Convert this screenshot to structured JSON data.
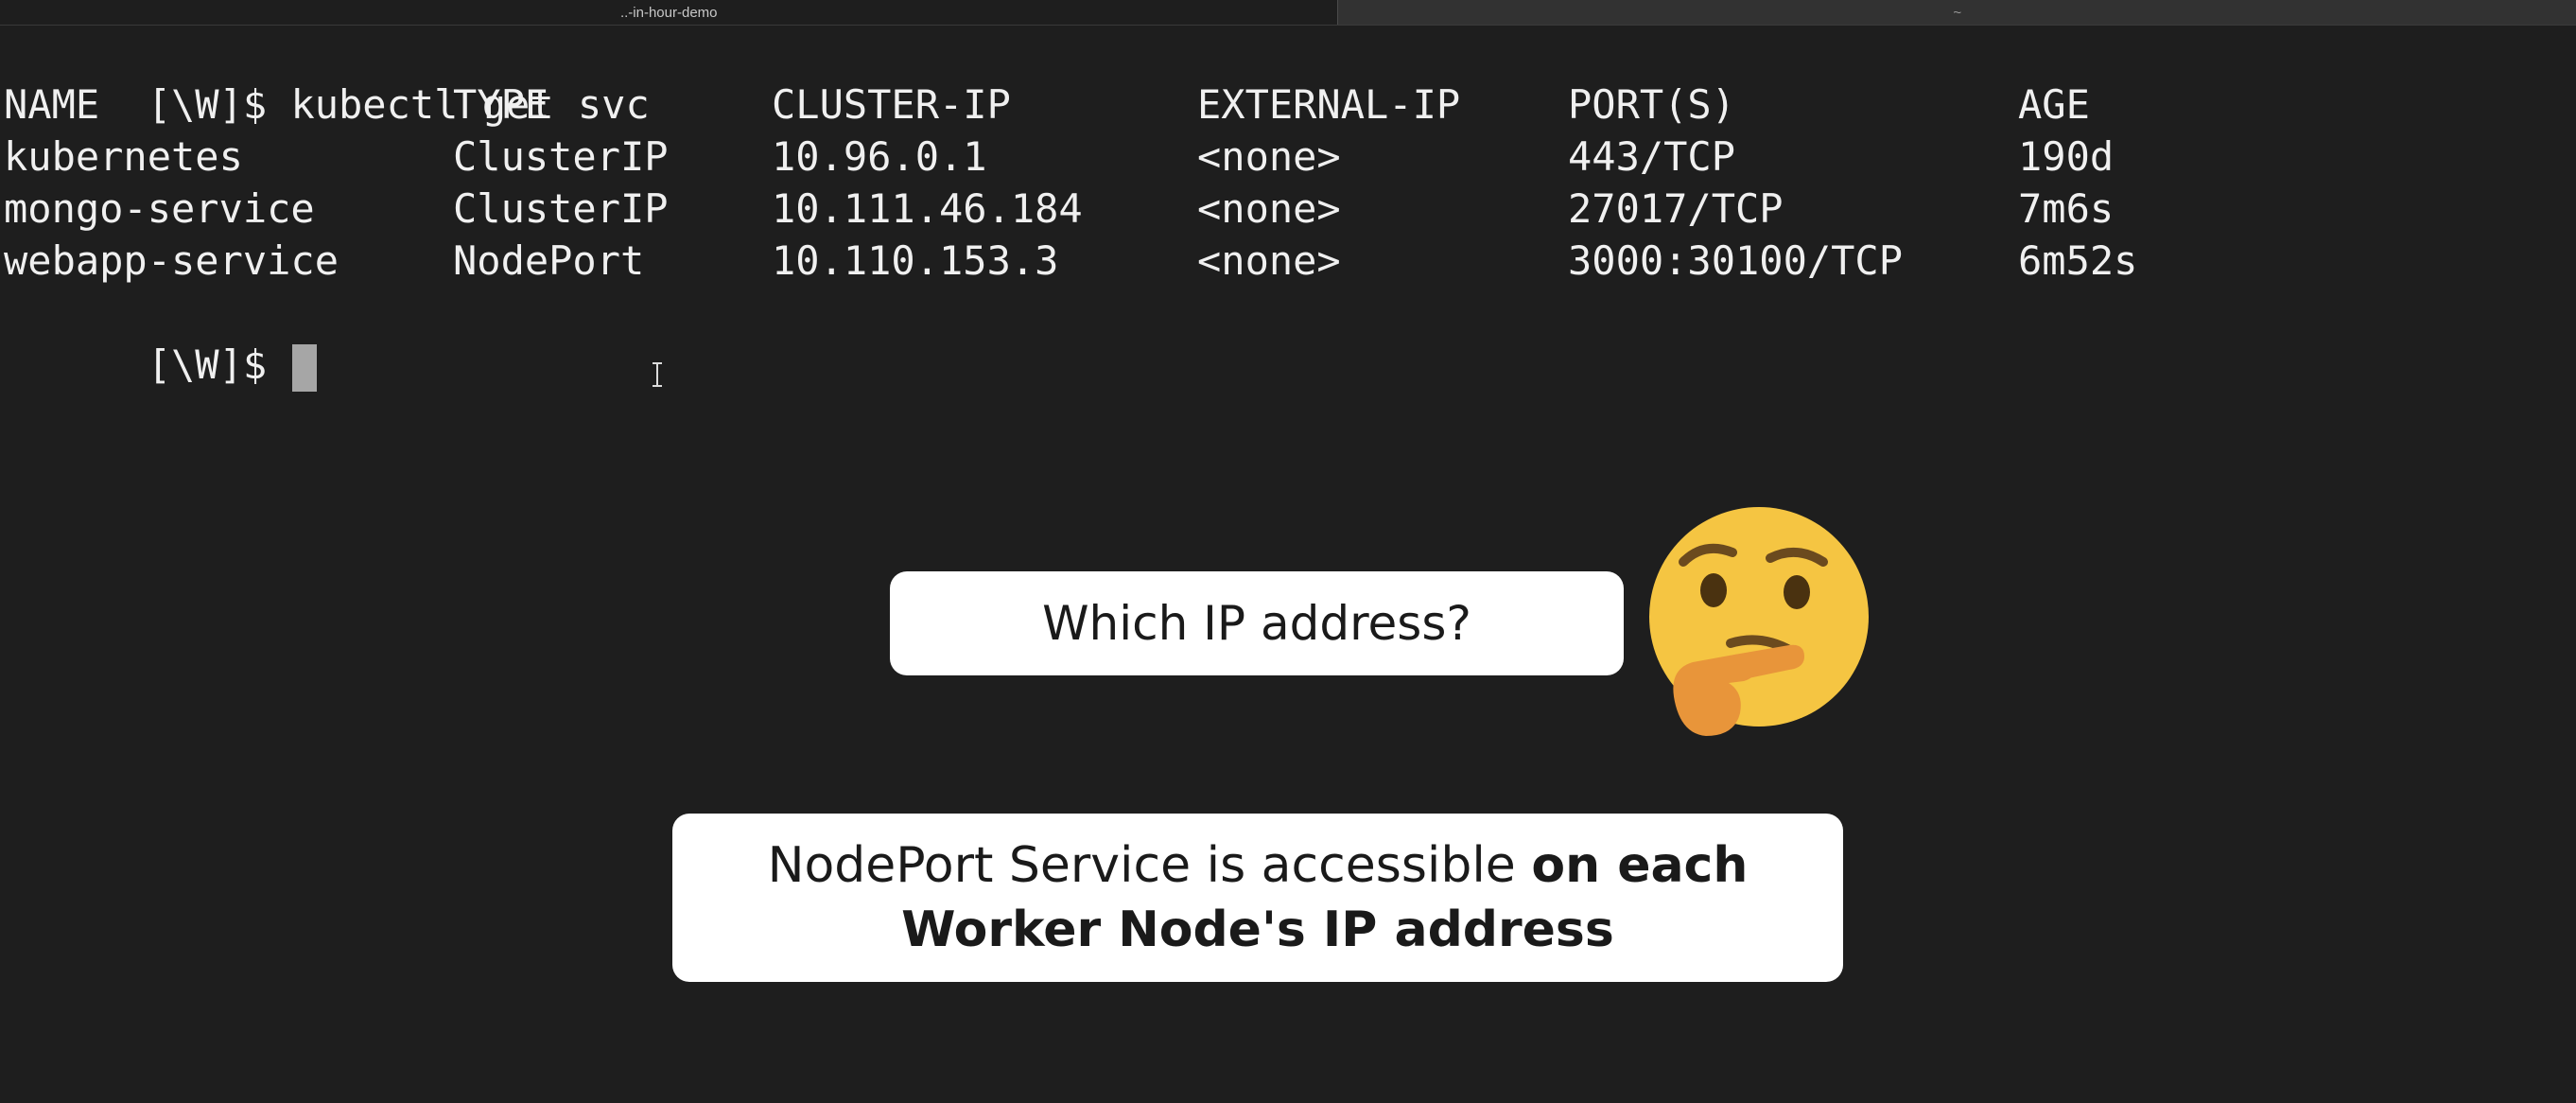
{
  "window": {
    "tabs": [
      {
        "label": "..-in-hour-demo",
        "active": true
      },
      {
        "label": "~",
        "active": false
      }
    ]
  },
  "terminal": {
    "prompt": "[\\W]$",
    "command": "kubectl get svc",
    "headers": [
      "NAME",
      "TYPE",
      "CLUSTER-IP",
      "EXTERNAL-IP",
      "PORT(S)",
      "AGE"
    ],
    "rows": [
      [
        "kubernetes",
        "ClusterIP",
        "10.96.0.1",
        "<none>",
        "443/TCP",
        "190d"
      ],
      [
        "mongo-service",
        "ClusterIP",
        "10.111.46.184",
        "<none>",
        "27017/TCP",
        "7m6s"
      ],
      [
        "webapp-service",
        "NodePort",
        "10.110.153.3",
        "<none>",
        "3000:30100/TCP",
        "6m52s"
      ]
    ],
    "cursor_color": "#a6a6a6"
  },
  "callouts": {
    "question": "Which IP address?",
    "answer_plain": "NodePort Service is accessible ",
    "answer_bold_1": "on each",
    "answer_bold_2": "Worker Node's IP address",
    "emoji": "thinking-face-icon"
  },
  "colors": {
    "background": "#1e1e1e",
    "text": "#f0f0f0",
    "callout_bg": "#ffffff",
    "emoji_face": "#f5c542"
  }
}
